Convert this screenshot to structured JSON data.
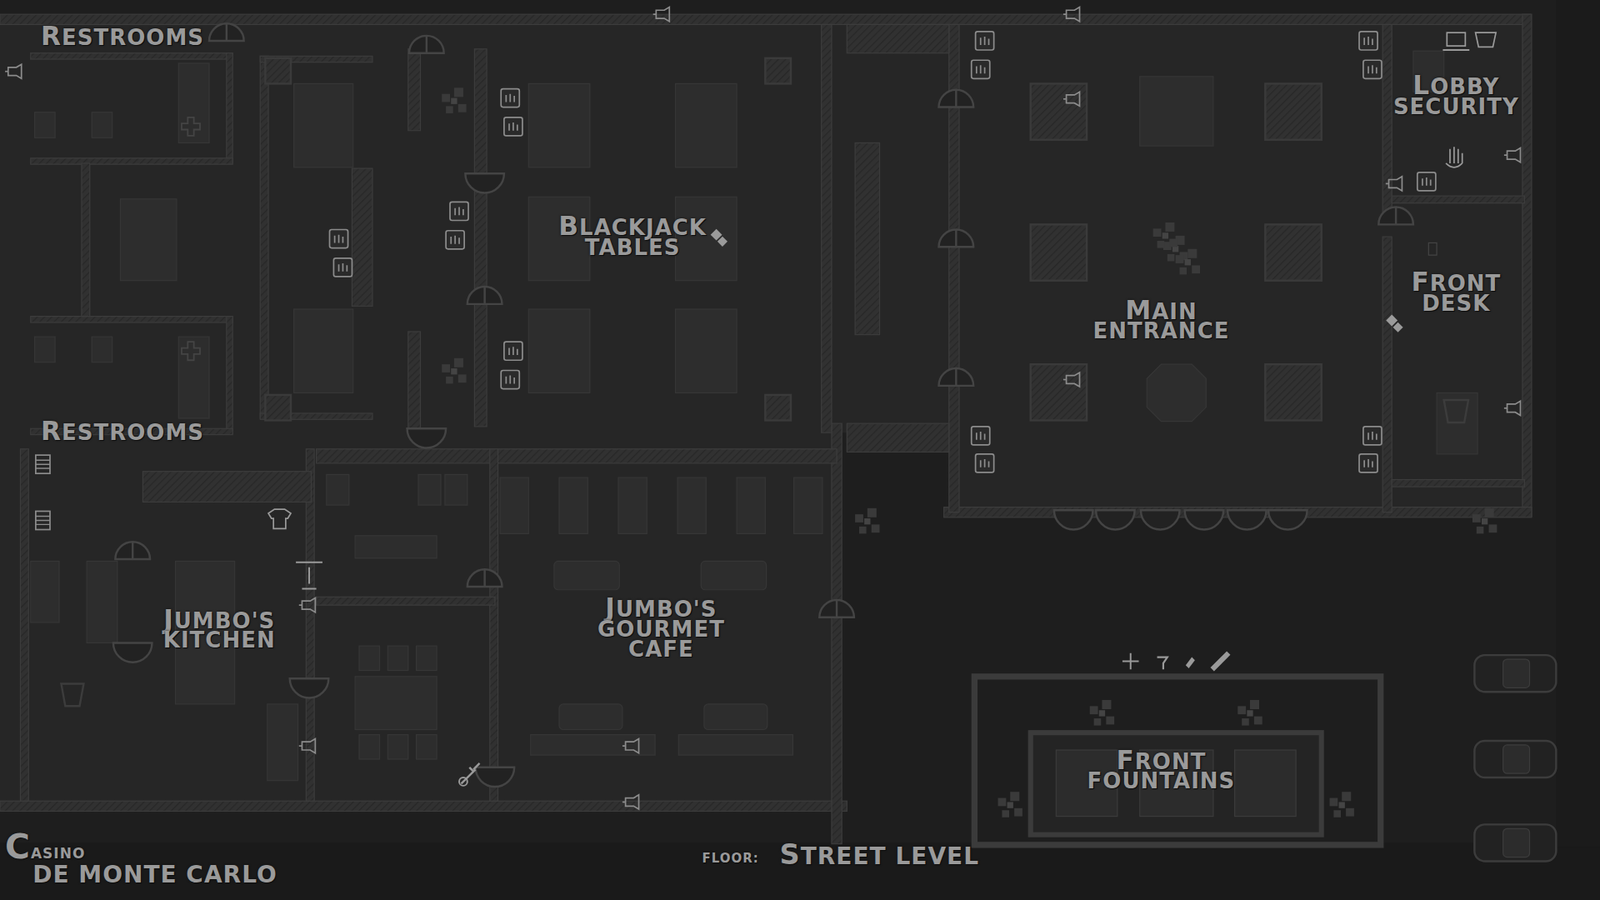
{
  "diagram": {
    "title": "CASINO",
    "labels": [
      "RESTROOMS",
      "BLACKJACK TABLES",
      "MAIN ENTRANCE",
      "LOBBY SECURITY",
      "FRONT DESK",
      "RESTROOMS",
      "JUMBO'S KITCHEN",
      "JUMBO'S GOURMET CAFE",
      "FRONT FOUNTAINS",
      "DE MONTE CARLO",
      "FLOOR:",
      "STREET LEVEL"
    ]
  }
}
